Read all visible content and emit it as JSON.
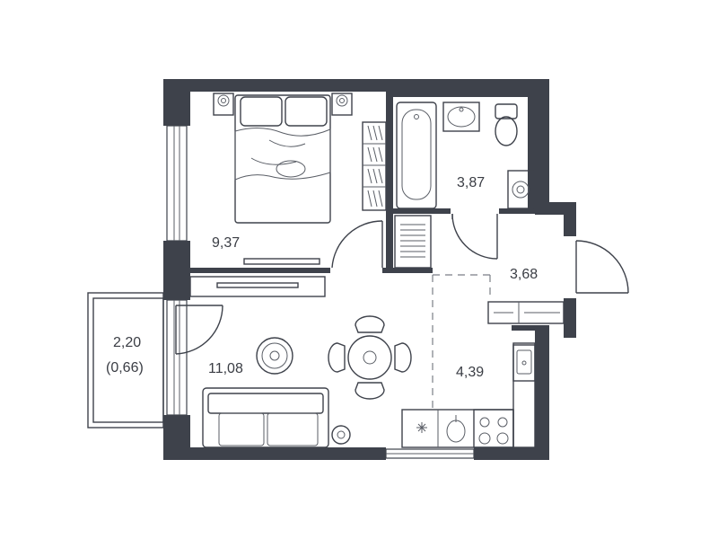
{
  "rooms": [
    {
      "id": "bedroom",
      "area": "9,37"
    },
    {
      "id": "bathroom",
      "area": "3,87"
    },
    {
      "id": "hall",
      "area": "3,68"
    },
    {
      "id": "balcony",
      "area": "2,20",
      "area_reduced": "(0,66)"
    },
    {
      "id": "living",
      "area": "11,08"
    },
    {
      "id": "kitchen",
      "area": "4,39"
    }
  ],
  "colors": {
    "wall": "#3e424b",
    "line": "#5a5e66",
    "text": "#3a3d44",
    "background": "#ffffff"
  }
}
